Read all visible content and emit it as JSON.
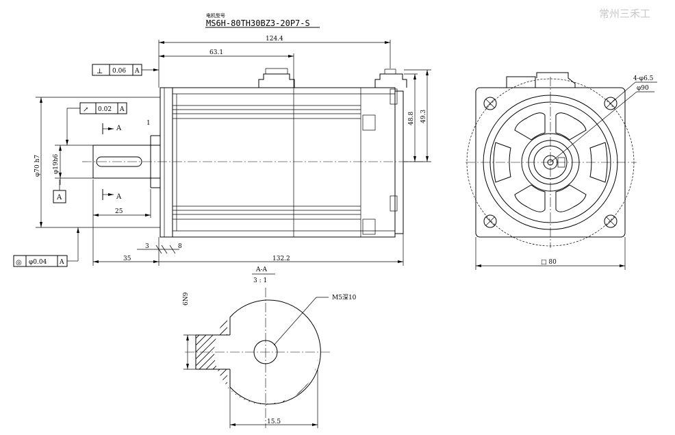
{
  "watermark": "常州三禾工",
  "model": {
    "label": "电机型号",
    "number": "MS6H-80TH30BZ3-20P7-S"
  },
  "dimensions": {
    "length_total_top": "124.4",
    "length_mid_top": "63.1",
    "length_body": "132.2",
    "shaft_ext": "35",
    "key_length": "25",
    "flange_a": "3",
    "flange_b": "8",
    "pilot_dia": "φ70 h7",
    "shaft_dia": "φ19h6",
    "height_a": "48.8",
    "height_b": "49.3",
    "tiny_1": "1",
    "holes": "4-φ6.5",
    "pcd": "φ90",
    "square": "□ 80",
    "key_width": "6N9",
    "section_width": "15.5",
    "thread": "M5深10"
  },
  "tolerances": {
    "perp": {
      "symbol": "⊥",
      "value": "0.06",
      "datum": "A"
    },
    "runout": {
      "symbol": "↗",
      "value": "0.02",
      "datum": "A"
    },
    "concentric": {
      "symbol": "◎",
      "value": "φ0.04",
      "datum": "A"
    },
    "datum_box": "A"
  },
  "section": {
    "mark_top": "A",
    "mark_bottom": "A",
    "title": "A-A",
    "scale": "3 : 1"
  }
}
